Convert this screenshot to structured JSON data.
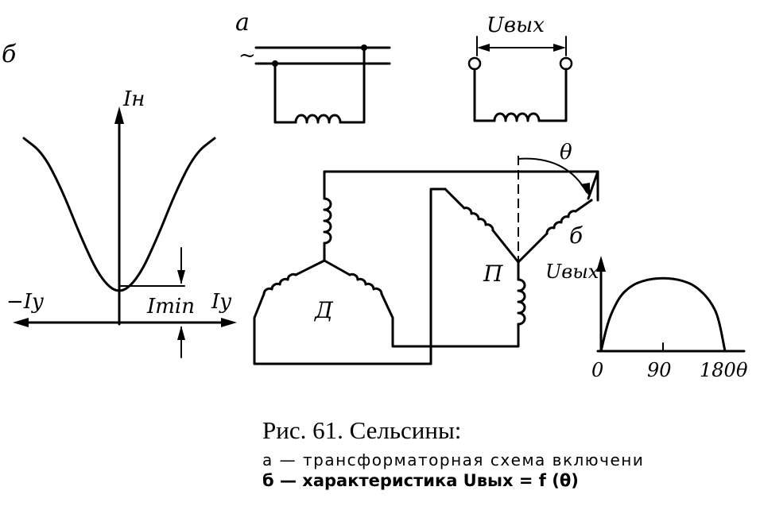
{
  "labels": {
    "panel_b": "б",
    "panel_a": "а",
    "ac_symbol": "~",
    "i_n": "Iн",
    "minus_i_y": "−Iу",
    "i_y": "Iу",
    "i_min": "Imin",
    "u_out_top": "Uвых",
    "theta_top": "θ",
    "rotor_b": "б",
    "winding_d": "Д",
    "winding_p": "П",
    "u_out_chart": "Uвых",
    "tick_0": "0",
    "tick_90": "90",
    "tick_180": "180",
    "axis_theta": "θ"
  },
  "caption": {
    "title": "Рис. 61. Сельсины:",
    "line1": "а — трансформаторная схема включени",
    "line2": "б — характеристика Uвых = f (θ)"
  },
  "chart_data": [
    {
      "type": "line",
      "description_source": "left characteristic",
      "xlabel": "Iу",
      "ylabel": "Iн",
      "x": [
        -1.0,
        -0.8,
        -0.6,
        -0.4,
        -0.2,
        0,
        0.2,
        0.4,
        0.6,
        0.8,
        1.0
      ],
      "y": [
        1.0,
        0.92,
        0.72,
        0.46,
        0.24,
        0.15,
        0.24,
        0.46,
        0.72,
        0.92,
        1.0
      ]
    },
    {
      "type": "line",
      "xlabel": "θ",
      "ylabel": "Uвых",
      "x": [
        0,
        10,
        20,
        30,
        45,
        60,
        75,
        90,
        105,
        120,
        135,
        150,
        160,
        170,
        180
      ],
      "y": [
        0,
        0.4,
        0.62,
        0.78,
        0.9,
        0.96,
        0.99,
        1.0,
        0.99,
        0.96,
        0.9,
        0.78,
        0.66,
        0.48,
        0
      ]
    }
  ]
}
